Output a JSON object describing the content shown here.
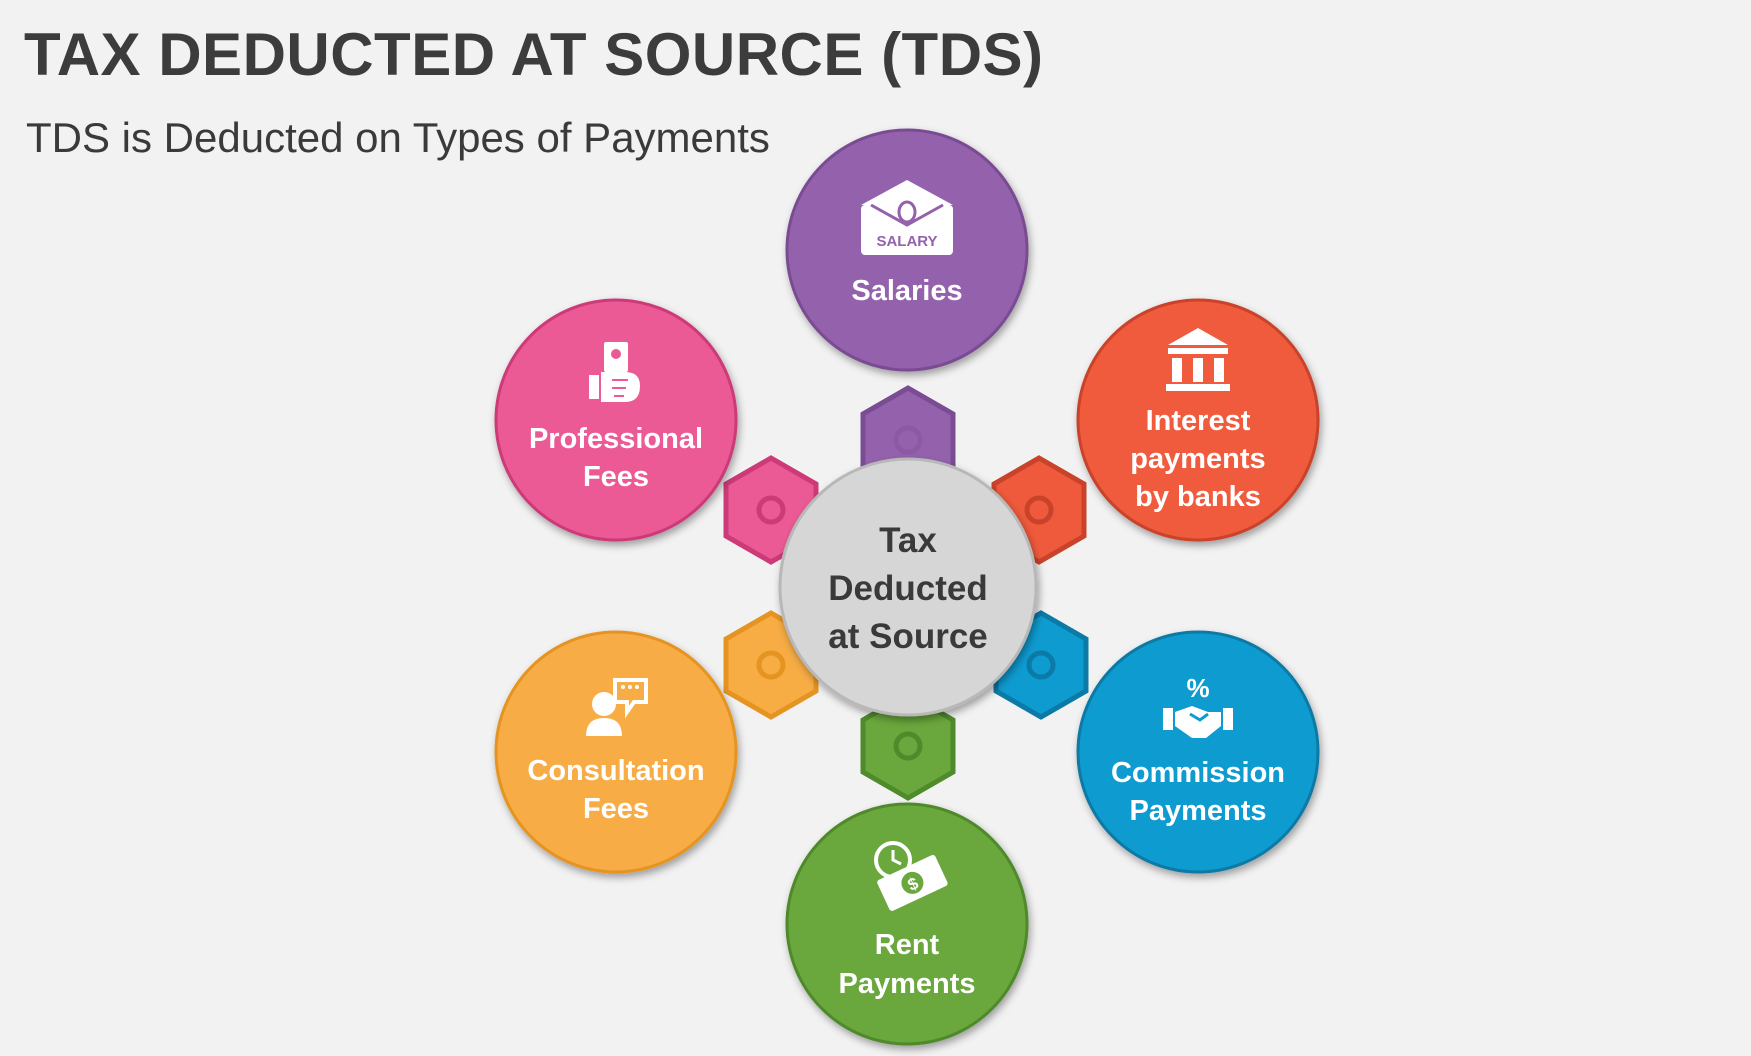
{
  "header": {
    "title": "TAX DEDUCTED AT SOURCE (TDS)",
    "subtitle": "TDS is Deducted on Types of Payments"
  },
  "center": {
    "lines": [
      "Tax",
      "Deducted",
      "at Source"
    ],
    "color": "#d6d6d6"
  },
  "nodes": [
    {
      "id": "salaries",
      "lines": [
        "Salaries"
      ],
      "color": "#9462ad",
      "dark": "#7a4c93",
      "icon": "salary-envelope-icon",
      "icon_text": "SALARY"
    },
    {
      "id": "interest",
      "lines": [
        "Interest",
        "payments",
        "by banks"
      ],
      "color": "#f05a3c",
      "dark": "#c9432a",
      "icon": "bank-icon"
    },
    {
      "id": "commission",
      "lines": [
        "Commission",
        "Payments"
      ],
      "color": "#0e9bd0",
      "dark": "#0b7aa6",
      "icon": "handshake-percent-icon",
      "icon_text": "%"
    },
    {
      "id": "rent",
      "lines": [
        "Rent",
        "Payments"
      ],
      "color": "#6aa73c",
      "dark": "#4f8a2b",
      "icon": "money-clock-icon",
      "icon_text": "$"
    },
    {
      "id": "consultation",
      "lines": [
        "Consultation",
        "Fees"
      ],
      "color": "#f7ac44",
      "dark": "#e59421",
      "icon": "consultant-chat-icon"
    },
    {
      "id": "professional",
      "lines": [
        "Professional",
        "Fees"
      ],
      "color": "#eb5a95",
      "dark": "#cc3a78",
      "icon": "hand-money-icon"
    }
  ]
}
